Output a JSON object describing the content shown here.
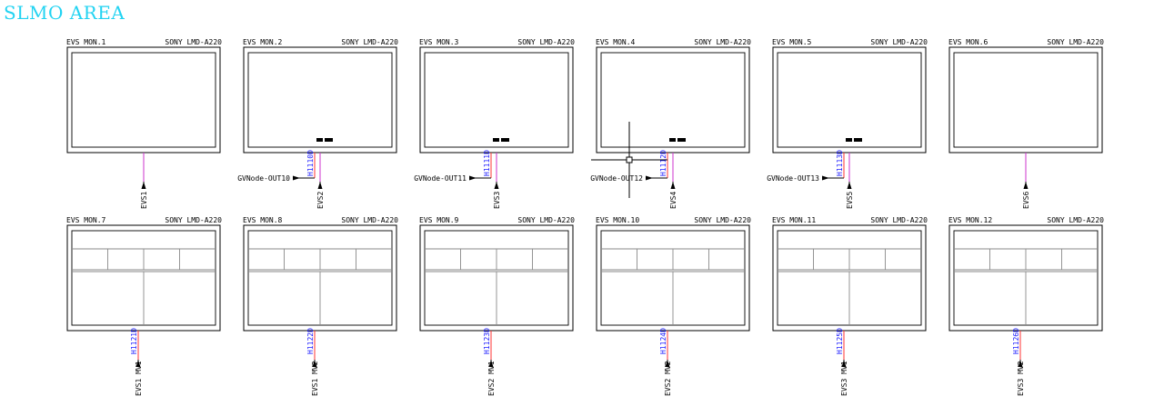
{
  "title": "SLMO AREA",
  "colors": {
    "title": "#22d3f2",
    "line": "#000000",
    "inner_line": "#8a8a8a",
    "evs_wire": "#cc33cc",
    "router_wire": "#ff3333",
    "cable_id": "#1a1aff",
    "label": "#000000"
  },
  "rows": [
    {
      "layout": "blank",
      "monitors": [
        {
          "name": "EVS MON.1",
          "model": "SONY LMD-A220",
          "tally": false,
          "cable_id": "",
          "gv_label": "",
          "evs_label": "EVS1"
        },
        {
          "name": "EVS MON.2",
          "model": "SONY LMD-A220",
          "tally": true,
          "cable_id": "H1110D",
          "gv_label": "GVNode-OUT10",
          "evs_label": "EVS2"
        },
        {
          "name": "EVS MON.3",
          "model": "SONY LMD-A220",
          "tally": true,
          "cable_id": "H1111D",
          "gv_label": "GVNode-OUT11",
          "evs_label": "EVS3"
        },
        {
          "name": "EVS MON.4",
          "model": "SONY LMD-A220",
          "tally": true,
          "cable_id": "H1112D",
          "gv_label": "GVNode-OUT12",
          "evs_label": "EVS4"
        },
        {
          "name": "EVS MON.5",
          "model": "SONY LMD-A220",
          "tally": true,
          "cable_id": "H1113D",
          "gv_label": "GVNode-OUT13",
          "evs_label": "EVS5"
        },
        {
          "name": "EVS MON.6",
          "model": "SONY LMD-A220",
          "tally": false,
          "cable_id": "",
          "gv_label": "",
          "evs_label": "EVS6"
        }
      ]
    },
    {
      "layout": "multiview",
      "monitors": [
        {
          "name": "EVS MON.7",
          "model": "SONY LMD-A220",
          "cable_id": "H1121D",
          "evs_label": "EVS1 MV1"
        },
        {
          "name": "EVS MON.8",
          "model": "SONY LMD-A220",
          "cable_id": "H1122D",
          "evs_label": "EVS1 MV2"
        },
        {
          "name": "EVS MON.9",
          "model": "SONY LMD-A220",
          "cable_id": "H1123D",
          "evs_label": "EVS2 MV1"
        },
        {
          "name": "EVS MON.10",
          "model": "SONY LMD-A220",
          "cable_id": "H1124D",
          "evs_label": "EVS2 MV2"
        },
        {
          "name": "EVS MON.11",
          "model": "SONY LMD-A220",
          "cable_id": "H1125D",
          "evs_label": "EVS3 MV1"
        },
        {
          "name": "EVS MON.12",
          "model": "SONY LMD-A220",
          "cable_id": "H1126D",
          "evs_label": "EVS3 MV2"
        }
      ]
    }
  ],
  "cursor": {
    "visible": true
  }
}
